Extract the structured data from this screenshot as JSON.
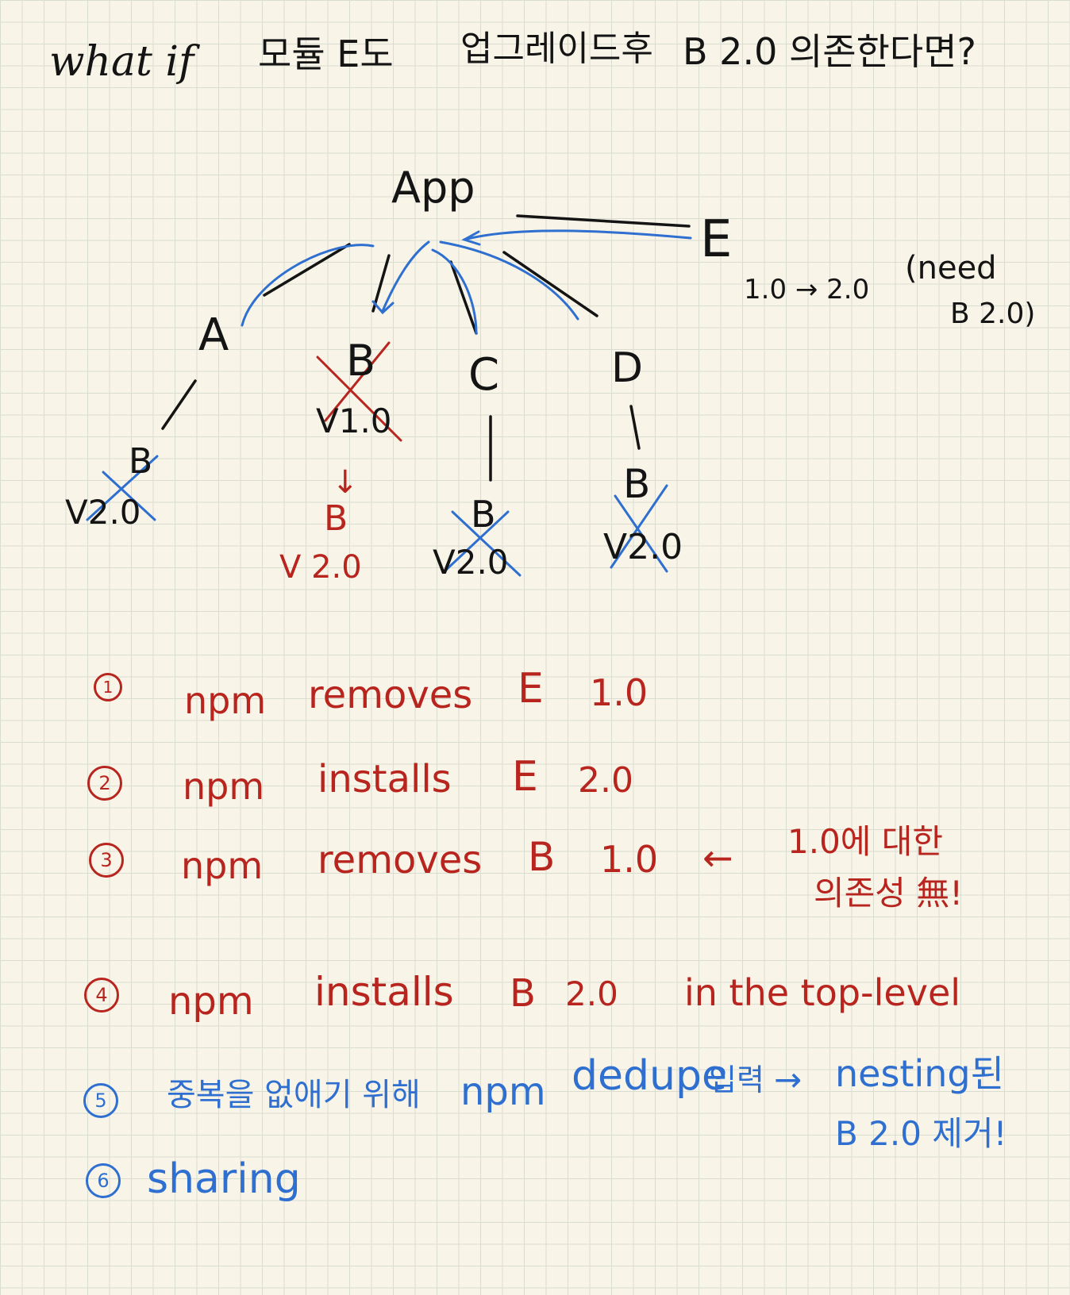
{
  "heading": {
    "what_if": "what if",
    "module_e": "모듈 E도",
    "after_upgrade": "업그레이드후",
    "b_dependency": "B 2.0 의존한다면?"
  },
  "tree": {
    "root": "App",
    "e_label": "E",
    "e_version_change": "1.0 → 2.0",
    "e_need": "(need",
    "e_need_b": "B 2.0)",
    "nodes": {
      "a": {
        "name": "A",
        "dep_name": "B",
        "dep_version": "V2.0"
      },
      "b": {
        "name": "B",
        "version": "V1.0",
        "arrow": "↓",
        "new_name": "B",
        "new_version": "V 2.0"
      },
      "c": {
        "name": "C",
        "dep_name": "B",
        "dep_version": "V2.0"
      },
      "d": {
        "name": "D",
        "dep_name": "B",
        "dep_version": "V2.0"
      }
    }
  },
  "steps": [
    {
      "num": "1",
      "cmd": "npm",
      "action": "removes",
      "target": "E",
      "version": "1.0"
    },
    {
      "num": "2",
      "cmd": "npm",
      "action": "installs",
      "target": "E",
      "version": "2.0"
    },
    {
      "num": "3",
      "cmd": "npm",
      "action": "removes",
      "target": "B",
      "version": "1.0",
      "arrow": "←",
      "note_line1": "1.0에 대한",
      "note_line2": "의존성 無!"
    },
    {
      "num": "4",
      "cmd": "npm",
      "action": "installs",
      "target": "B",
      "version": "2.0",
      "suffix": "in the top-level"
    },
    {
      "num": "5",
      "prefix": "중복을 없애기 위해",
      "cmd": "npm",
      "action": "dedupe",
      "input": "입력",
      "arrow": "→",
      "result_line1": "nesting된",
      "result_line2": "B 2.0 제거!"
    },
    {
      "num": "6",
      "action": "sharing"
    }
  ],
  "colors": {
    "ink": "#141414",
    "red": "#b8251f",
    "blue": "#2f6fd0",
    "paper": "#f8f5e8",
    "grid": "#d9ddd0"
  }
}
